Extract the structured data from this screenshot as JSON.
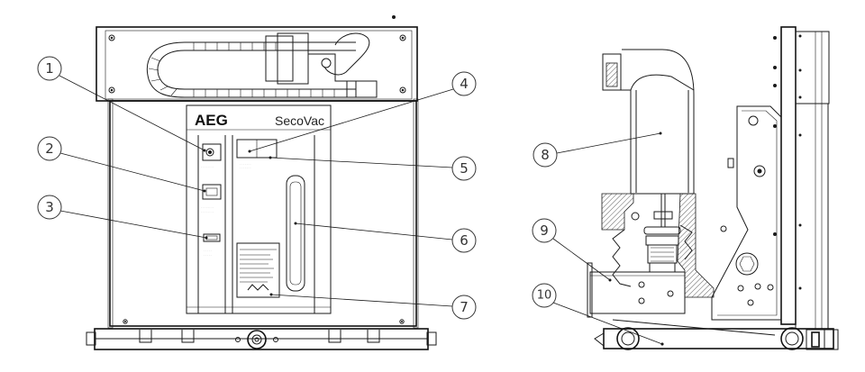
{
  "front_view": {
    "brand_label": "AEG",
    "model_label": "SecoVac"
  },
  "callouts": [
    {
      "number": "1"
    },
    {
      "number": "2"
    },
    {
      "number": "3"
    },
    {
      "number": "4"
    },
    {
      "number": "5"
    },
    {
      "number": "6"
    },
    {
      "number": "7"
    },
    {
      "number": "8"
    },
    {
      "number": "9"
    },
    {
      "number": "10"
    }
  ]
}
